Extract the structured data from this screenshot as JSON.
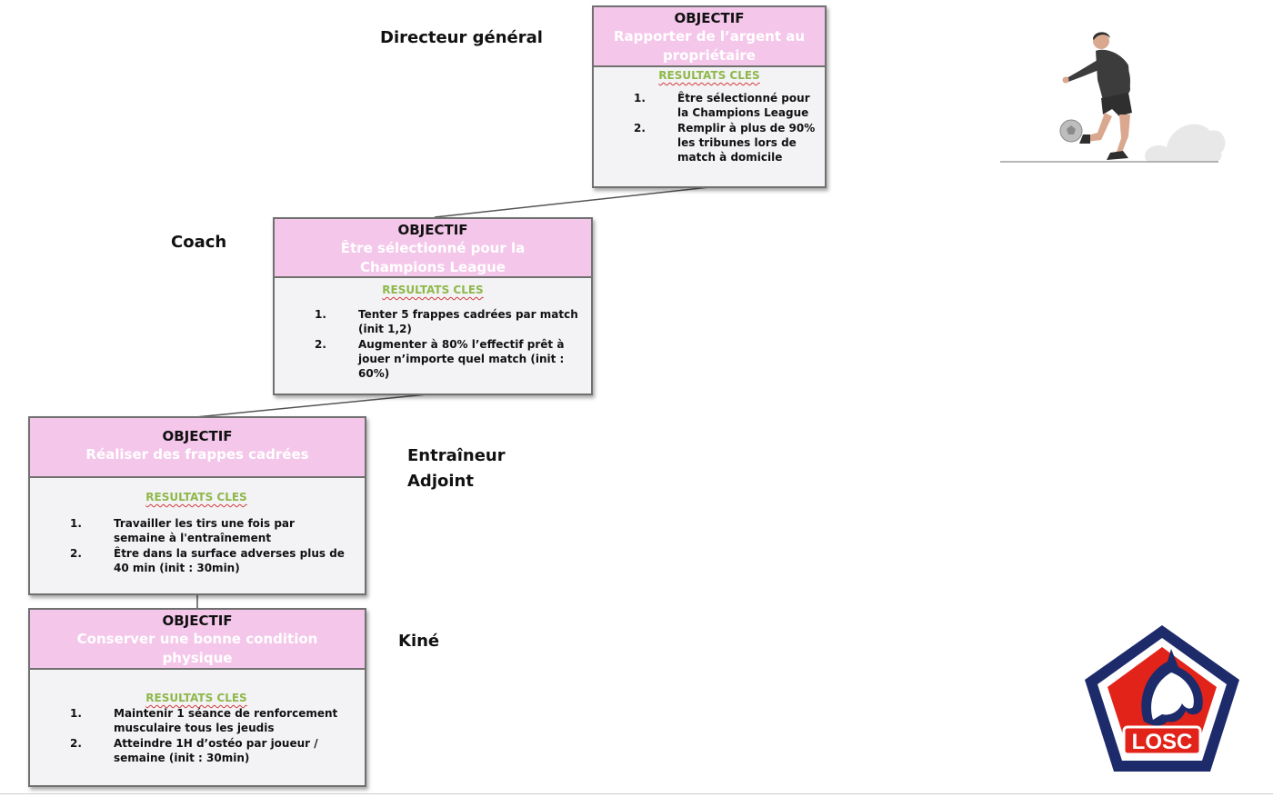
{
  "roles": {
    "director": "Directeur général",
    "coach": "Coach",
    "assistant": "Entraîneur\nAdjoint",
    "physio": "Kiné"
  },
  "boxes": [
    {
      "kicker": "OBJECTIF",
      "title": "Rapporter de l’argent au propriétaire",
      "kr_title": "RESULTATS CLES",
      "items": [
        {
          "num": "1.",
          "text": "Être sélectionné pour la Champions League"
        },
        {
          "num": "2.",
          "text": "Remplir à plus de 90% les tribunes lors de match à domicile"
        }
      ]
    },
    {
      "kicker": "OBJECTIF",
      "title": "Être sélectionné pour la Champions League",
      "kr_title": "RESULTATS CLES",
      "items": [
        {
          "num": "1.",
          "text": "Tenter 5 frappes cadrées par match (init 1,2)"
        },
        {
          "num": "2.",
          "text": "Augmenter à 80% l’effectif prêt à jouer n’importe quel match (init : 60%)"
        }
      ]
    },
    {
      "kicker": "OBJECTIF",
      "title": "Réaliser des frappes cadrées",
      "kr_title": "RESULTATS CLES",
      "items": [
        {
          "num": "1.",
          "text": "Travailler les tirs une fois par semaine à l'entraînement"
        },
        {
          "num": "2.",
          "text": "Être dans la surface adverses plus de 40 min (init : 30min)"
        }
      ]
    },
    {
      "kicker": "OBJECTIF",
      "title": "Conserver une bonne condition physique",
      "kr_title": "RESULTATS CLES",
      "items": [
        {
          "num": "1.",
          "text": "Maintenir 1 séance de renforcement musculaire tous les jeudis"
        },
        {
          "num": "2.",
          "text": "Atteindre 1H  d’ostéo par  joueur / semaine (init : 30min)"
        }
      ]
    }
  ],
  "logo": {
    "text": "LOSC",
    "colors": {
      "red": "#e2231a",
      "navy": "#1d2b6b",
      "white": "#ffffff"
    }
  },
  "illustration": {
    "icon": "football-player-juggling-icon",
    "colors": {
      "body": "#3c3c3c",
      "ball": "#bdbdbd",
      "cloud": "#e8e8e8"
    }
  },
  "colors": {
    "header_bg": "#f4c6ea",
    "body_bg": "#f3f3f6",
    "kr_title": "#8fb84a",
    "border": "#707070"
  }
}
